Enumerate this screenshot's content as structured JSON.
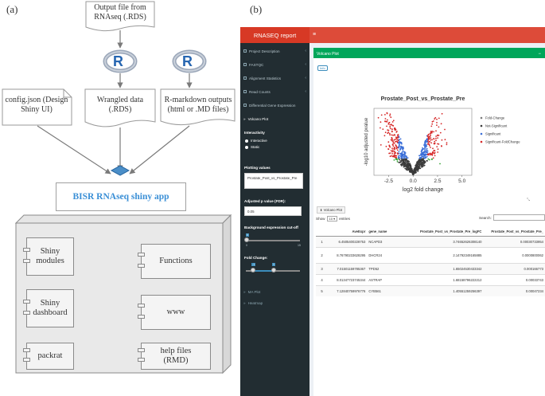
{
  "panel_labels": {
    "a": "(a)",
    "b": "(b)"
  },
  "diagram": {
    "output_file": "Output file from RNAseq (.RDS)",
    "config": "config.json (Design Shiny UI)",
    "wrangled": "Wrangled data (.RDS)",
    "rmarkdown": "R-markdown outputs (html or .MD files)",
    "r_logo": "R",
    "app_name": "BISR RNAseq shiny app",
    "components": [
      "Shiny modules",
      "Functions",
      "Shiny dashboard",
      "www",
      "packrat",
      "help files (RMD)"
    ]
  },
  "app": {
    "brand": "RNASEQ report",
    "menu_icon": "≡",
    "sidebar": {
      "items": [
        "Project Description",
        "FASTQC",
        "Alignment Statistics",
        "Read Counts",
        "Differential Gene Expression",
        "Volcano Plot"
      ],
      "interactivity_label": "Interactivity",
      "radio_interactive": "Interactive",
      "radio_static": "Static",
      "plotting_values_label": "Plotting values",
      "plotting_value": "Prostate_Post_vs_Prostate_Pre",
      "pvalue_label": "Adjusted p value (FDR):",
      "pvalue_value": "0.05",
      "bg_label": "Background expression cut-off",
      "bg_slider": {
        "min_label": "0",
        "max_label": "15",
        "value_label": "0"
      },
      "fc_label": "Fold Change:",
      "fc_slider": {
        "low_label": "-1",
        "high_label": "1",
        "low": -1,
        "high": 1
      },
      "extra_items": [
        "MA Plot",
        "Heatmap"
      ]
    },
    "panel_title": "Volcano Plot",
    "info_button": "Info",
    "chart_data": {
      "type": "scatter",
      "title": "Prostate_Post_vs_Prostate_Pre",
      "xlabel": "log2 fold change",
      "ylabel": "-log10 adjusted pvalue",
      "xticks": [
        "-2.5",
        "0.0",
        "2.5",
        "5.0"
      ],
      "xlim": [
        -4,
        6
      ],
      "ylim": [
        0,
        5.2
      ],
      "legend": [
        "Fold-Change",
        "Not-Significant",
        "Significant",
        "Significant-FoldChange"
      ],
      "legend_colors": [
        "#7a7a7a",
        "#3a3a3a",
        "#3b6fd8",
        "#d62828"
      ],
      "legend_position": "right"
    },
    "download_button": "Volcano Plot",
    "show_label": "Show",
    "show_value": "10",
    "entries_label": "entries",
    "search_label": "Search:",
    "table": {
      "headers": [
        "",
        "AveExpr",
        "gene_name",
        "Prostate_Post_vs_Prostate_Pre_logFC",
        "Prostate_Post_vs_Prostate_Pre_"
      ],
      "rows": [
        [
          "1",
          "6.4505400228753",
          "NCAPD3",
          "3.74652626308140",
          "0.00030733954"
        ],
        [
          "2",
          "8.76790233628295",
          "DHCR24",
          "2.14792349165885",
          "0.0000800062"
        ],
        [
          "3",
          "7.01501159785367",
          "TPD52",
          "1.65024530433342",
          "0.000166773"
        ],
        [
          "4",
          "8.01347723745344",
          "ASTRAP",
          "1.68158796222212",
          "0.00033743"
        ],
        [
          "5",
          "7.12840759976776",
          "CYB561",
          "1.40551259256397",
          "0.00047234"
        ]
      ]
    }
  }
}
